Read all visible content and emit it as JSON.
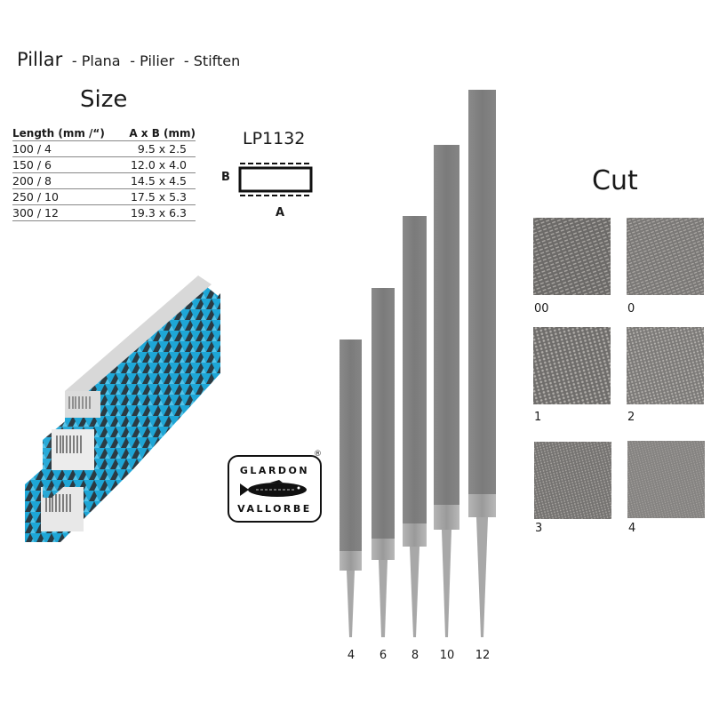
{
  "header": {
    "title": "Pillar",
    "translations": [
      "- Plana",
      "- Pilier",
      "- Stiften"
    ]
  },
  "size_section": {
    "heading": "Size",
    "columns": [
      "Length (mm /“)",
      "A x B (mm)"
    ],
    "rows": [
      {
        "length": "100 / 4",
        "dimensions": "9.5 x 2.5"
      },
      {
        "length": "150 / 6",
        "dimensions": "12.0 x 4.0"
      },
      {
        "length": "200 / 8",
        "dimensions": "14.5 x 4.5"
      },
      {
        "length": "250 / 10",
        "dimensions": "17.5 x 5.3"
      },
      {
        "length": "300 / 12",
        "dimensions": "19.3 x 6.3"
      }
    ]
  },
  "profile": {
    "code": "LP1132",
    "label_b": "B",
    "label_a": "A"
  },
  "brand_logo": {
    "top_text": "GLARDON",
    "bottom_text": "VALLORBE",
    "registered": "®"
  },
  "files": [
    {
      "label": "4"
    },
    {
      "label": "6"
    },
    {
      "label": "8"
    },
    {
      "label": "10"
    },
    {
      "label": "12"
    }
  ],
  "cut_section": {
    "heading": "Cut",
    "swatches": [
      {
        "label": "00",
        "color": "#6f6d6b"
      },
      {
        "label": "0",
        "color": "#7f7d7b"
      },
      {
        "label": "1",
        "color": "#787674"
      },
      {
        "label": "2",
        "color": "#817f7d"
      },
      {
        "label": "3",
        "color": "#7d7b79"
      },
      {
        "label": "4",
        "color": "#8a8886"
      }
    ]
  },
  "colors": {
    "box_blue": "#1ea6d6",
    "box_dark": "#2b3a42",
    "file_gray": "#808080"
  }
}
